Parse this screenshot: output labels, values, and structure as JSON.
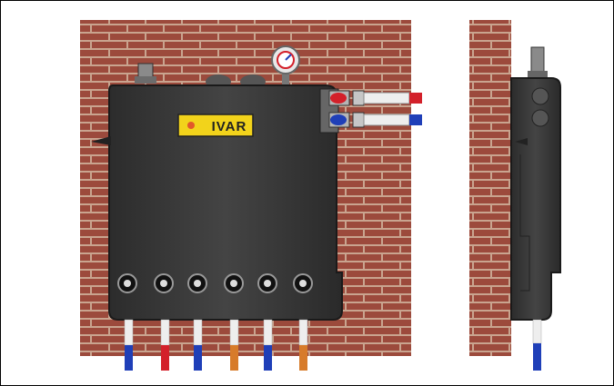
{
  "image": {
    "description_labels": {
      "brand": "IVAR"
    },
    "colors": {
      "brick": "#9c4a3c",
      "mortar": "#c9a48f",
      "cabinet": "#3a3a3a",
      "label_yellow": "#f2d31b",
      "pipe_red": "#d3202a",
      "pipe_blue": "#1f3fb8",
      "pipe_orange": "#d77b2a",
      "pipe_white": "#eeeeee"
    },
    "pipes_bottom": [
      "blue",
      "red",
      "blue",
      "orange",
      "blue",
      "orange"
    ],
    "side_pipe": "blue"
  }
}
